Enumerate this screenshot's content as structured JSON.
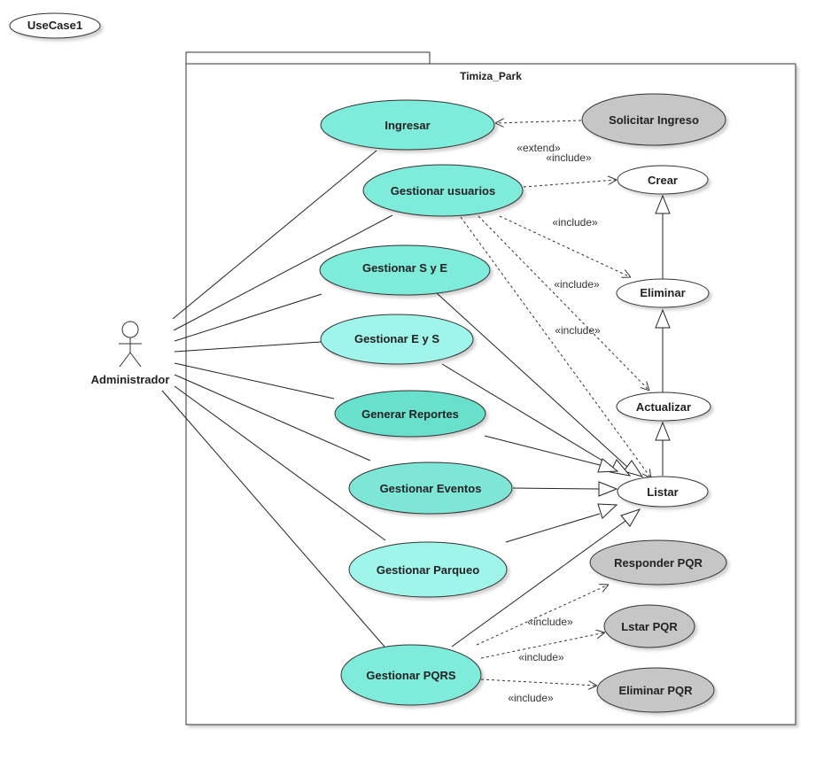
{
  "diagram_title": "UseCase1",
  "system_name": "Timiza_Park",
  "actor": {
    "name": "Administrador"
  },
  "use_cases": {
    "ingresar": "Ingresar",
    "solicitar_ingreso": "Solicitar Ingreso",
    "gestionar_usuarios": "Gestionar usuarios",
    "gestionar_s_y_e": "Gestionar S y E",
    "gestionar_e_y_s": "Gestionar E y S",
    "generar_reportes": "Generar Reportes",
    "gestionar_eventos": "Gestionar Eventos",
    "gestionar_parqueo": "Gestionar Parqueo",
    "gestionar_pqrs": "Gestionar PQRS",
    "crear": "Crear",
    "eliminar": "Eliminar",
    "actualizar": "Actualizar",
    "listar": "Listar",
    "responder_pqr": "Responder PQR",
    "lstar_pqr": "Lstar PQR",
    "eliminar_pqr": "Eliminar PQR"
  },
  "relation_labels": {
    "extend": "«extend»",
    "include_crear": "«include»",
    "include_eliminar": "«include»",
    "include_actualizar": "«include»",
    "include_listar": "«include»",
    "include_responder": "«include»",
    "include_lstar": "«include»",
    "include_eliminar_pqr": "«include»"
  },
  "colors": {
    "teal_fill": "#7eebdb",
    "light_teal_fill": "#9ff5ea",
    "grey_fill": "#c6c6c6",
    "white_fill": "#ffffff",
    "stroke": "#333333"
  }
}
